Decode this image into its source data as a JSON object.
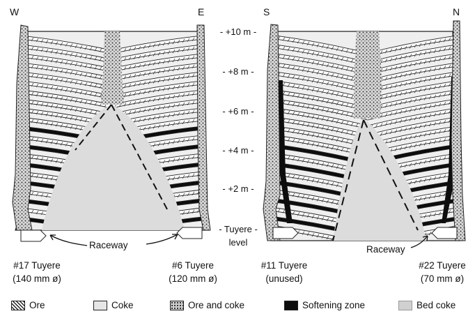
{
  "left_furnace": {
    "dir_left": "W",
    "dir_right": "E",
    "tuyere_left": "#17 Tuyere",
    "tuyere_left_size": "(140 mm ø)",
    "tuyere_right": "#6 Tuyere",
    "tuyere_right_size": "(120 mm ø)",
    "raceway": "Raceway"
  },
  "right_furnace": {
    "dir_left": "S",
    "dir_right": "N",
    "tuyere_left": "#11 Tuyere",
    "tuyere_left_size": "(unused)",
    "tuyere_right": "#22 Tuyere",
    "tuyere_right_size": "(70 mm ø)",
    "raceway": "Raceway"
  },
  "levels": [
    "- +10 m -",
    "- +8 m -",
    "- +6 m -",
    "- +4 m -",
    "- +2 m -",
    "- Tuyere -",
    "level"
  ],
  "legend": [
    {
      "label": "Ore",
      "icon": "ore-hatch"
    },
    {
      "label": "Coke",
      "icon": "coke-fill"
    },
    {
      "label": "Ore and coke",
      "icon": "mixed-dots"
    },
    {
      "label": "Softening zone",
      "icon": "black-fill"
    },
    {
      "label": "Bed coke",
      "icon": "grey-fill"
    }
  ],
  "colors": {
    "ore_layer": "#ffffff",
    "coke_layer": "#ececec",
    "softening": "#0d0d0d",
    "bed_coke": "#d6d6d6",
    "outline": "#222222"
  }
}
